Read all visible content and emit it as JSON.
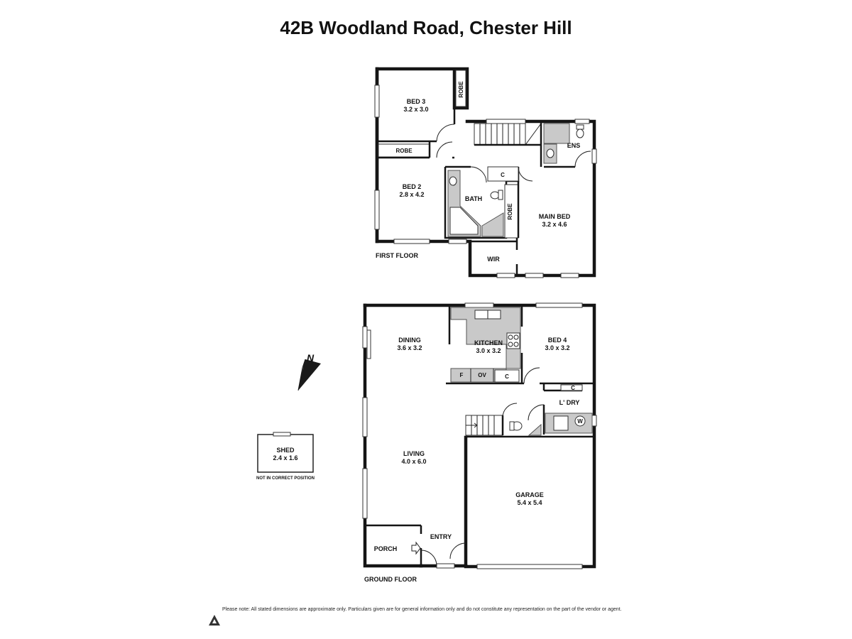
{
  "title": "42B Woodland Road, Chester Hill",
  "first_floor": {
    "label": "FIRST FLOOR",
    "rooms": {
      "bed3": {
        "name": "BED 3",
        "dims": "3.2 x 3.0"
      },
      "bed2": {
        "name": "BED 2",
        "dims": "2.8 x 4.2"
      },
      "main_bed": {
        "name": "MAIN BED",
        "dims": "3.2 x 4.6"
      },
      "bath": {
        "name": "BATH"
      },
      "ens": {
        "name": "ENS"
      },
      "wir": {
        "name": "WIR"
      },
      "robe_bed3": {
        "name": "ROBE"
      },
      "robe_bed2": {
        "name": "ROBE"
      },
      "robe_main": {
        "name": "ROBE"
      },
      "cupboard": {
        "name": "C"
      }
    }
  },
  "ground_floor": {
    "label": "GROUND FLOOR",
    "rooms": {
      "dining": {
        "name": "DINING",
        "dims": "3.6 x 3.2"
      },
      "kitchen": {
        "name": "KITCHEN",
        "dims": "3.0 x 3.2"
      },
      "bed4": {
        "name": "BED 4",
        "dims": "3.0 x 3.2"
      },
      "living": {
        "name": "LIVING",
        "dims": "4.0 x 6.0"
      },
      "garage": {
        "name": "GARAGE",
        "dims": "5.4 x 5.4"
      },
      "laundry": {
        "name": "L' DRY"
      },
      "porch": {
        "name": "PORCH"
      },
      "entry": {
        "name": "ENTRY"
      },
      "fridge": {
        "name": "F"
      },
      "oven": {
        "name": "OV"
      },
      "cupboard_kitchen": {
        "name": "C"
      },
      "cupboard_laundry": {
        "name": "C"
      },
      "washer": {
        "name": "W"
      }
    }
  },
  "shed": {
    "name": "SHED",
    "dims": "2.4 x 1.6",
    "note": "NOT IN CORRECT POSITION"
  },
  "compass": {
    "label": "N"
  },
  "disclaimer": "Please note: All stated dimensions are approximate only. Particulars given are for general information only and do not constitute any representation on the part of the vendor or agent."
}
